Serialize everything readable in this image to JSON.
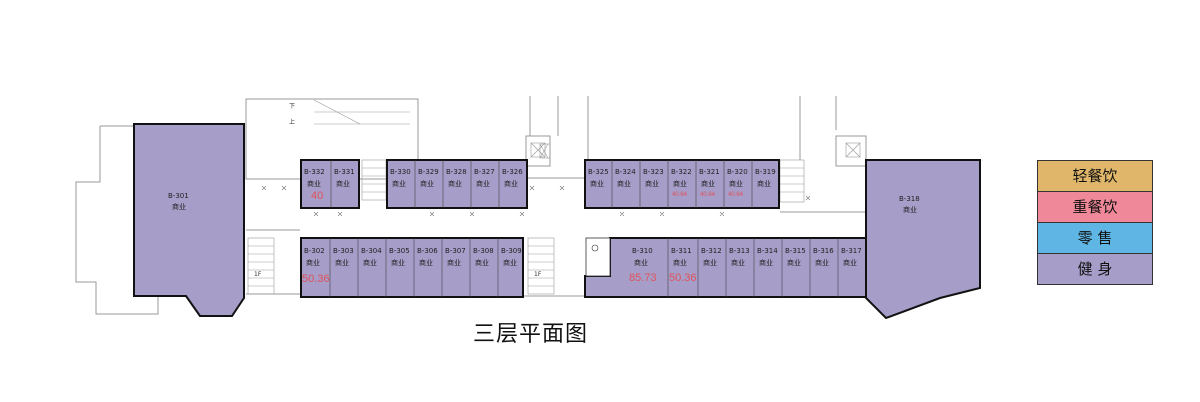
{
  "title": "三层平面图",
  "colors": {
    "unit_fill": "#a69dc8",
    "wall": "#111111",
    "light_wall": "#999999",
    "area_text": "#e0525a"
  },
  "legend": [
    {
      "label": "轻餐饮",
      "color": "#e0b76a"
    },
    {
      "label": "重餐饮",
      "color": "#ef8898"
    },
    {
      "label": "零 售",
      "color": "#5fb6e4"
    },
    {
      "label": "健 身",
      "color": "#a69dc8"
    }
  ],
  "units": {
    "b301": {
      "id": "B-301",
      "use": "商业"
    },
    "b318": {
      "id": "B-318",
      "use": "商业"
    },
    "b332": {
      "id": "B-332",
      "use": "商业",
      "area": "40"
    },
    "b331": {
      "id": "B-331",
      "use": "商业"
    },
    "b330": {
      "id": "B-330",
      "use": "商业"
    },
    "b329": {
      "id": "B-329",
      "use": "商业"
    },
    "b328": {
      "id": "B-328",
      "use": "商业"
    },
    "b327": {
      "id": "B-327",
      "use": "商业"
    },
    "b326": {
      "id": "B-326",
      "use": "商业"
    },
    "b325": {
      "id": "B-325",
      "use": "商业"
    },
    "b324": {
      "id": "B-324",
      "use": "商业"
    },
    "b323": {
      "id": "B-323",
      "use": "商业"
    },
    "b322": {
      "id": "B-322",
      "use": "商业",
      "area": "40.64"
    },
    "b321": {
      "id": "B-321",
      "use": "商业",
      "area": "40.64"
    },
    "b320": {
      "id": "B-320",
      "use": "商业",
      "area": "40.64"
    },
    "b319": {
      "id": "B-319",
      "use": "商业"
    },
    "b302": {
      "id": "B-302",
      "use": "商业",
      "area": "50.36"
    },
    "b303": {
      "id": "B-303",
      "use": "商业"
    },
    "b304": {
      "id": "B-304",
      "use": "商业"
    },
    "b305": {
      "id": "B-305",
      "use": "商业"
    },
    "b306": {
      "id": "B-306",
      "use": "商业"
    },
    "b307": {
      "id": "B-307",
      "use": "商业"
    },
    "b308": {
      "id": "B-308",
      "use": "商业"
    },
    "b309": {
      "id": "B-309",
      "use": "商业"
    },
    "b310": {
      "id": "B-310",
      "use": "商业",
      "area": "85.73"
    },
    "b311": {
      "id": "B-311",
      "use": "商业",
      "area": "50.36"
    },
    "b312": {
      "id": "B-312",
      "use": "商业"
    },
    "b313": {
      "id": "B-313",
      "use": "商业"
    },
    "b314": {
      "id": "B-314",
      "use": "商业"
    },
    "b315": {
      "id": "B-315",
      "use": "商业"
    },
    "b316": {
      "id": "B-316",
      "use": "商业"
    },
    "b317": {
      "id": "B-317",
      "use": "商业"
    }
  },
  "stair_notes": {
    "up": "上",
    "down": "下",
    "floor": "1F"
  }
}
